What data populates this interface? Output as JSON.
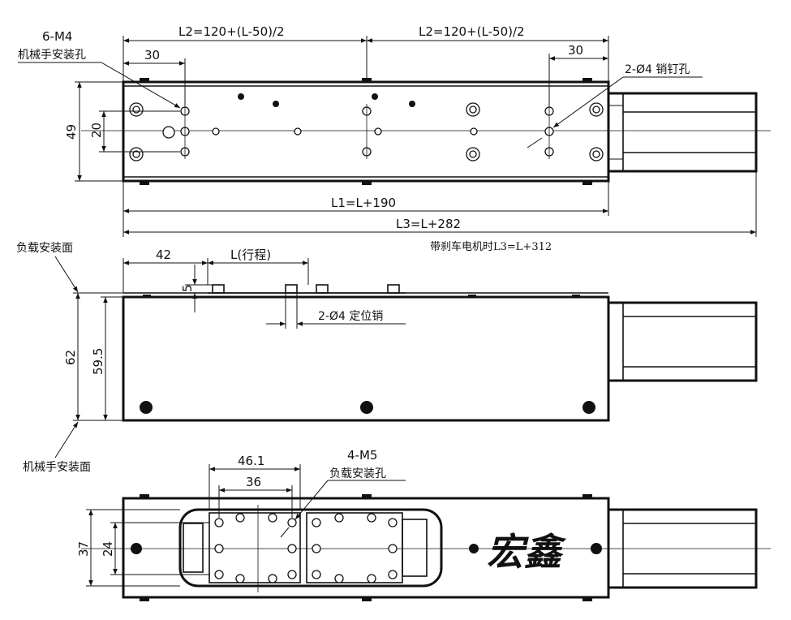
{
  "top_view": {
    "label_thread": "6-M4",
    "label_thread_desc": "机械手安装孔",
    "dim_half_left": "L2=120+(L-50)/2",
    "dim_half_right": "L2=120+(L-50)/2",
    "dim_30_left": "30",
    "dim_30_right": "30",
    "label_pin": "2-Ø4 销钉孔",
    "dim_49": "49",
    "dim_20": "20",
    "dim_L1": "L1=L+190",
    "dim_L3": "L3=L+282",
    "note_brake": "带刹车电机时L3=L+312"
  },
  "side_view": {
    "label_load_face": "负载安装面",
    "label_robot_face": "机械手安装面",
    "dim_42": "42",
    "dim_stroke": "L(行程)",
    "dim_5": "5",
    "dim_62": "62",
    "dim_59_5": "59.5",
    "label_dowel": "2-Ø4 定位销"
  },
  "bottom_view": {
    "dim_46_1": "46.1",
    "dim_36": "36",
    "label_thread": "4-M5",
    "label_thread_desc": "负载安装孔",
    "dim_37": "37",
    "dim_24": "24",
    "logo": "宏鑫"
  }
}
